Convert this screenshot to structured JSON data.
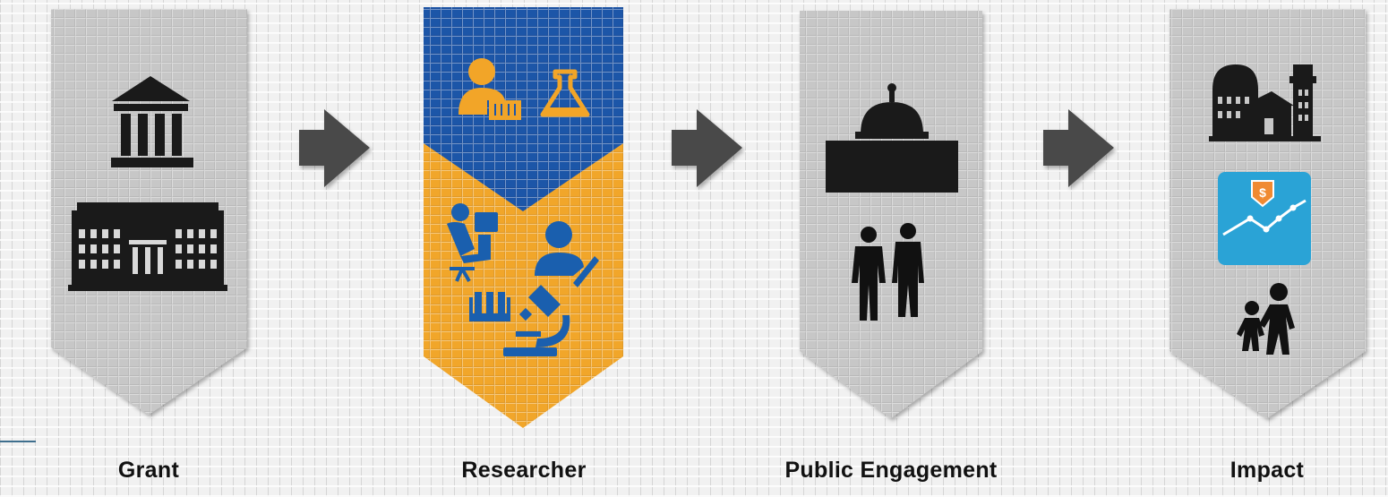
{
  "stages": [
    {
      "label": "Grant",
      "icons": [
        "museum-icon",
        "university-building-icon"
      ]
    },
    {
      "label": "Researcher",
      "icons": [
        "reader-person-icon",
        "flask-icon",
        "person-at-computer-icon",
        "writing-person-icon",
        "test-tubes-icon",
        "microscope-icon"
      ]
    },
    {
      "label": "Public Engagement",
      "icons": [
        "capitol-dome-icon",
        "two-people-icon"
      ]
    },
    {
      "label": "Impact",
      "icons": [
        "town-buildings-icon",
        "growth-chart-icon",
        "walking-people-icon"
      ]
    }
  ],
  "flow_arrows": [
    "arrow-right-icon",
    "arrow-right-icon",
    "arrow-right-icon"
  ],
  "chart_badge_symbol": "$",
  "colors": {
    "gray_banner": "#c7c7c7",
    "researcher_top": "#1e56a8",
    "researcher_bottom": "#f1a62c",
    "icon_dark": "#1a1a1a",
    "icon_orange": "#f2a528",
    "icon_blue": "#1a5fae",
    "chart_blue": "#2aa3d6",
    "badge_orange": "#f08a32"
  }
}
